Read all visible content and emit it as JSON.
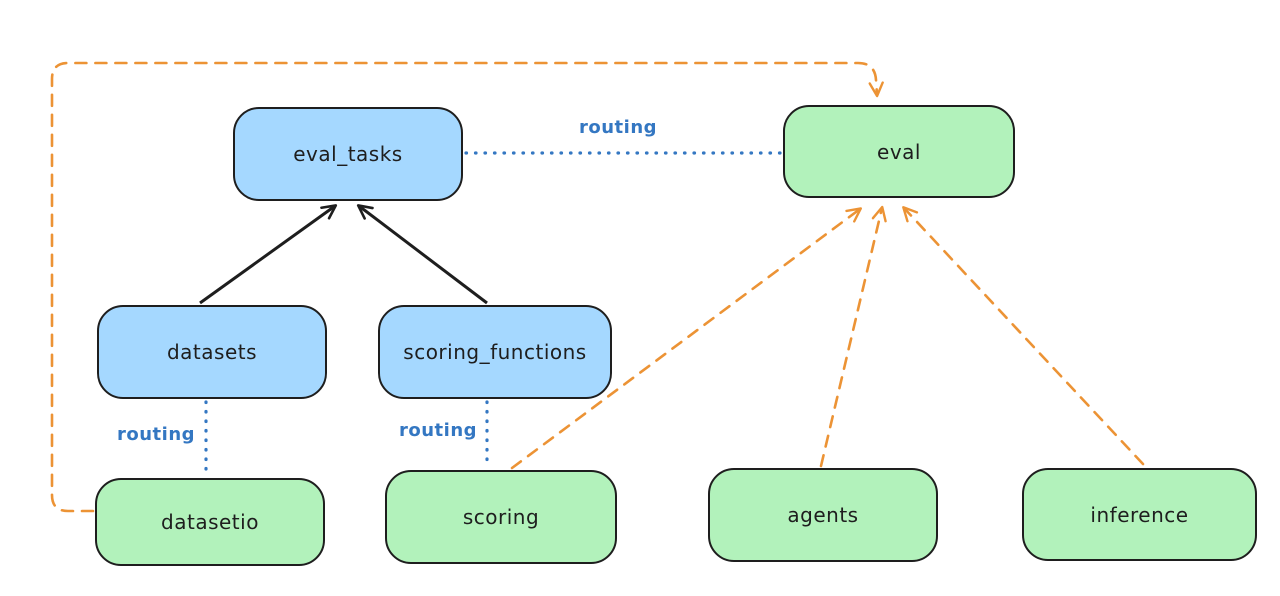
{
  "diagram": {
    "kind": "component-routing-diagram",
    "nodes": {
      "eval_tasks": {
        "label": "eval_tasks",
        "fill": "#a5d8ff"
      },
      "eval": {
        "label": "eval",
        "fill": "#b2f2bb"
      },
      "datasets": {
        "label": "datasets",
        "fill": "#a5d8ff"
      },
      "scoring_functions": {
        "label": "scoring_functions",
        "fill": "#a5d8ff"
      },
      "datasetio": {
        "label": "datasetio",
        "fill": "#b2f2bb"
      },
      "scoring": {
        "label": "scoring",
        "fill": "#b2f2bb"
      },
      "agents": {
        "label": "agents",
        "fill": "#b2f2bb"
      },
      "inference": {
        "label": "inference",
        "fill": "#b2f2bb"
      }
    },
    "edges": [
      {
        "from": "datasets",
        "to": "eval_tasks",
        "style": "solid-arrow",
        "color": "black",
        "label": ""
      },
      {
        "from": "scoring_functions",
        "to": "eval_tasks",
        "style": "solid-arrow",
        "color": "black",
        "label": ""
      },
      {
        "from": "eval_tasks",
        "to": "eval",
        "style": "dotted-line",
        "color": "blue",
        "label": "routing"
      },
      {
        "from": "datasets",
        "to": "datasetio",
        "style": "dotted-line",
        "color": "blue",
        "label": "routing"
      },
      {
        "from": "scoring_functions",
        "to": "scoring",
        "style": "dotted-line",
        "color": "blue",
        "label": "routing"
      },
      {
        "from": "datasetio",
        "to": "eval",
        "style": "dashed-arrow",
        "color": "orange",
        "label": "",
        "route": "around-left-and-top"
      },
      {
        "from": "scoring",
        "to": "eval",
        "style": "dashed-arrow",
        "color": "orange",
        "label": ""
      },
      {
        "from": "agents",
        "to": "eval",
        "style": "dashed-arrow",
        "color": "orange",
        "label": ""
      },
      {
        "from": "inference",
        "to": "eval",
        "style": "dashed-arrow",
        "color": "orange",
        "label": ""
      }
    ]
  },
  "colors": {
    "stroke": "#1e1e1e",
    "blue_fill": "#a5d8ff",
    "green_fill": "#b2f2bb",
    "orange": "#ec9335",
    "routing_blue": "#3477c2",
    "background": "#ffffff"
  }
}
